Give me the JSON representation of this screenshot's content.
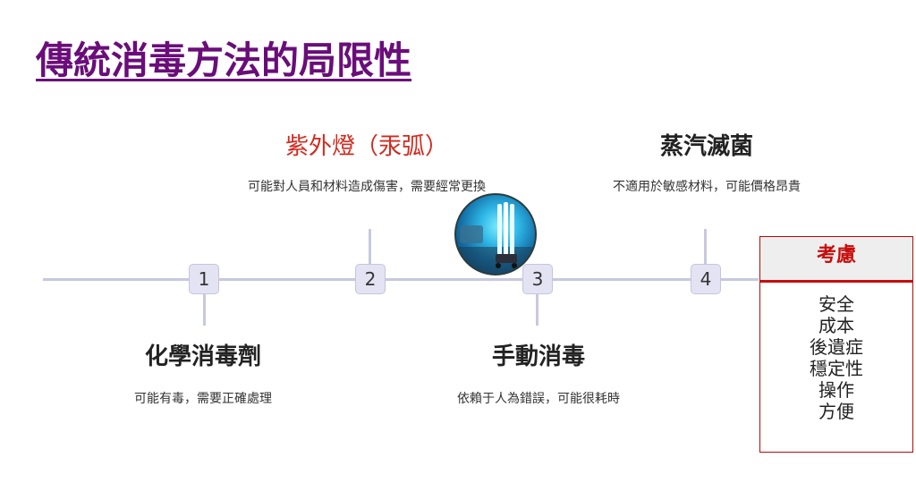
{
  "title": "傳統消毒方法的局限性",
  "timeline": {
    "nodes": [
      "1",
      "2",
      "3",
      "4"
    ],
    "items": [
      {
        "heading": "化學消毒劑",
        "desc": "可能有毒，需要正確處理"
      },
      {
        "heading": "紫外燈（汞弧）",
        "desc": "可能對人員和材料造成傷害，需要經常更換"
      },
      {
        "heading": "手動消毒",
        "desc": "依賴于人為錯誤，可能很耗時"
      },
      {
        "heading": "蒸汽滅菌",
        "desc": "不適用於敏感材料，可能價格昂貴"
      }
    ]
  },
  "panel": {
    "heading": "考慮",
    "items": [
      "安全",
      "成本",
      "後遺症",
      "穩定性",
      "操作",
      "方便"
    ]
  },
  "colors": {
    "title": "#6a0d7a",
    "accent_red": "#d32a1f",
    "axis": "#c8c8df",
    "node_fill": "#e3e3f3"
  }
}
